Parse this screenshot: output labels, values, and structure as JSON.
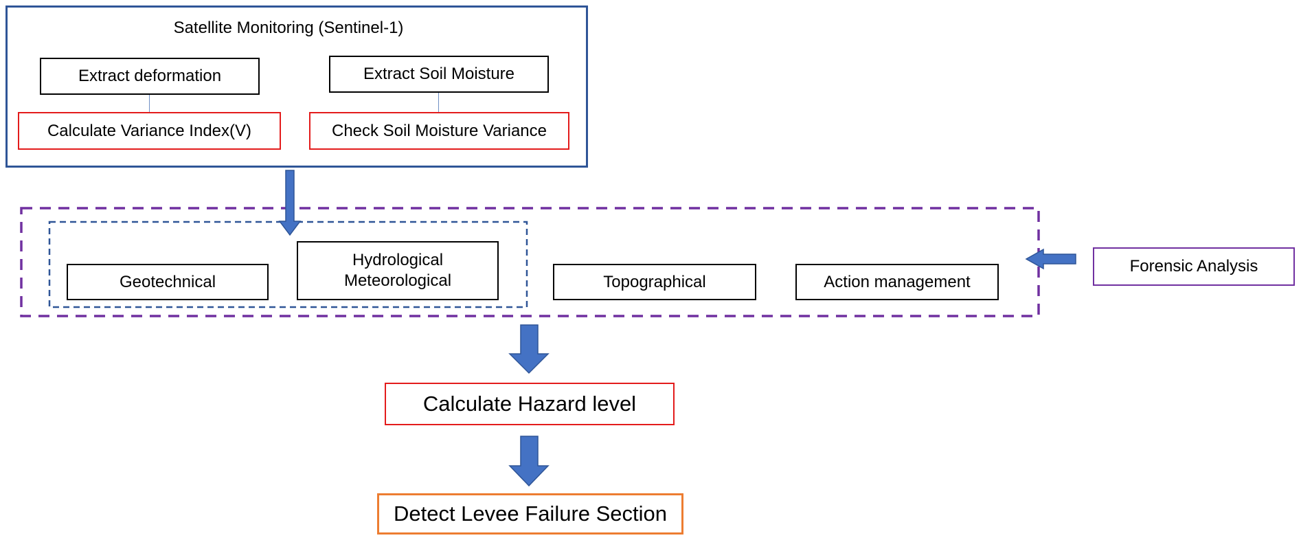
{
  "colors": {
    "black_box": "#000000",
    "red_box": "#e31b1b",
    "orange_box": "#ed7d31",
    "purple_box": "#7030a0",
    "navy_frame": "#2f5597",
    "dashed_blue_frame": "#2f5597",
    "dashed_purple_frame": "#7030a0",
    "arrow_fill": "#4472c4",
    "arrow_stroke": "#2f5597"
  },
  "satellite": {
    "title": "Satellite Monitoring (Sentinel-1)",
    "extract_deformation": "Extract deformation",
    "extract_soil_moisture": "Extract Soil Moisture",
    "variance_index": "Calculate Variance Index(V)",
    "soil_moisture_variance": "Check Soil Moisture Variance"
  },
  "factors": {
    "geotechnical": "Geotechnical",
    "hydrological_line1": "Hydrological",
    "hydrological_line2": "Meteorological",
    "topographical": "Topographical",
    "action_management": "Action management"
  },
  "forensic": "Forensic Analysis",
  "hazard": "Calculate Hazard level",
  "detect": "Detect Levee Failure Section"
}
